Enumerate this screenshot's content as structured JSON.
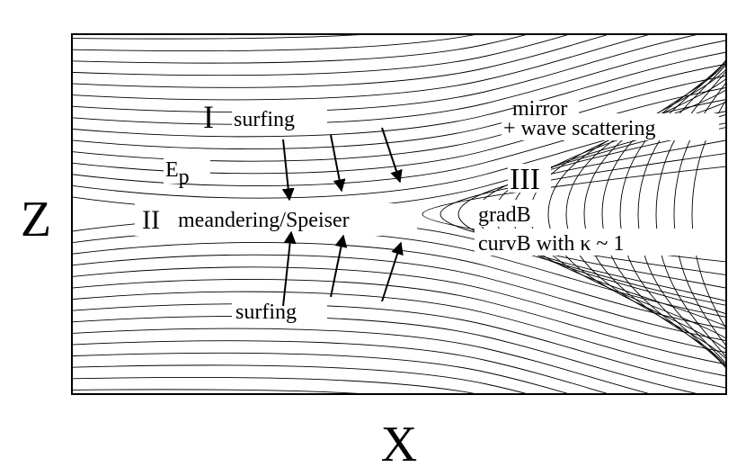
{
  "axes": {
    "x_label": "X",
    "z_label": "Z"
  },
  "labels": {
    "region_1_numeral": "I",
    "region_1_text": "surfing",
    "region_1_field": "E",
    "region_1_field_sub": "p",
    "region_2_numeral": "II",
    "region_2_text": "meandering/Speiser",
    "region_1_lower_text": "surfing",
    "region_3_numeral": "III",
    "region_3_line1": "gradB",
    "region_3_line2": "curvB with κ ~ 1",
    "mirror_line1": "mirror",
    "mirror_line2": "+ wave scattering"
  },
  "colors": {
    "ink": "#000000",
    "background": "#ffffff"
  }
}
